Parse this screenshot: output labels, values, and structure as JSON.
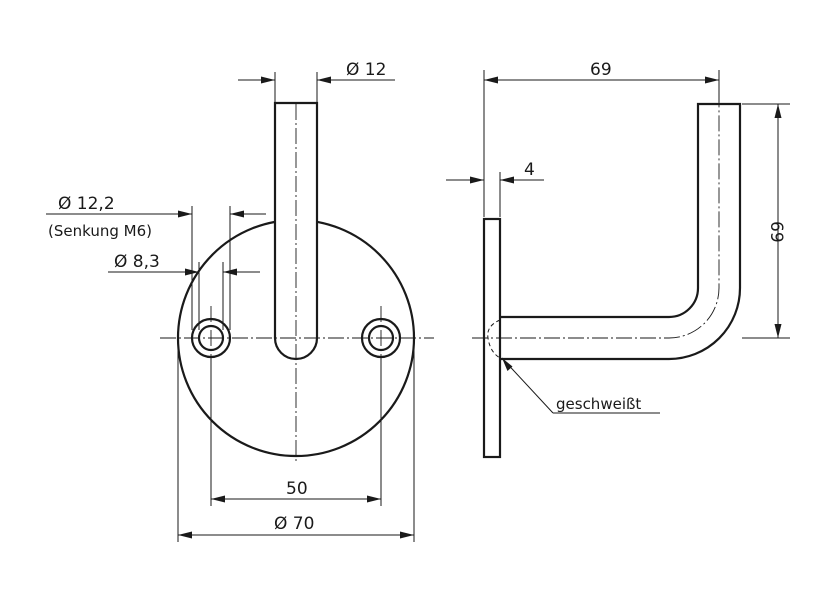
{
  "dimensions": {
    "rod_diameter": "Ø 12",
    "counterbore_diameter": "Ø 12,2",
    "counterbore_note": "(Senkung M6)",
    "hole_diameter": "Ø 8,3",
    "hole_spacing": "50",
    "plate_diameter": "Ø 70",
    "horizontal_reach": "69",
    "plate_thickness": "4",
    "vertical_height": "69"
  },
  "notes": {
    "weld": "geschweißt"
  }
}
